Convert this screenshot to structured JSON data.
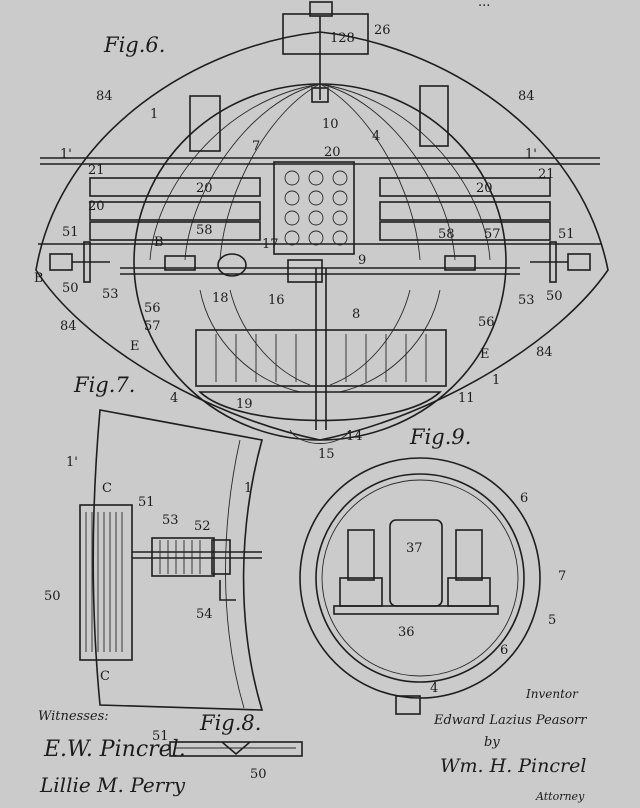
{
  "header_fragment": "...",
  "figures": {
    "fig6": {
      "title": "Fig.6.",
      "labels": [
        "128",
        "26",
        "84",
        "84",
        "1",
        "1'",
        "1'",
        "10",
        "4",
        "7",
        "20",
        "20",
        "20",
        "20",
        "21",
        "21",
        "20",
        "9",
        "17",
        "58",
        "58",
        "57",
        "51",
        "51",
        "B",
        "B",
        "53",
        "50",
        "50",
        "53",
        "56",
        "56",
        "57",
        "18",
        "16",
        "8",
        "84",
        "84",
        "E",
        "E",
        "4",
        "1",
        "11",
        "19",
        "14",
        "15"
      ]
    },
    "fig7": {
      "title": "Fig.7.",
      "labels": [
        "1'",
        "1",
        "C",
        "C",
        "51",
        "53",
        "52",
        "50",
        "54"
      ]
    },
    "fig8": {
      "title": "Fig.8.",
      "labels": [
        "51",
        "50"
      ]
    },
    "fig9": {
      "title": "Fig.9.",
      "labels": [
        "6",
        "37",
        "7",
        "5",
        "6",
        "36",
        "4"
      ]
    }
  },
  "witnesses": {
    "heading": "Witnesses:",
    "signatures": [
      "E.W. Pincrel.",
      "Lillie M. Perry"
    ]
  },
  "inventor": {
    "heading": "Inventor",
    "name": "Edward Lazius Peasorr",
    "by": "by",
    "attorney_signature": "Wm. H. Pincrel",
    "attorney_label": "Attorney"
  }
}
